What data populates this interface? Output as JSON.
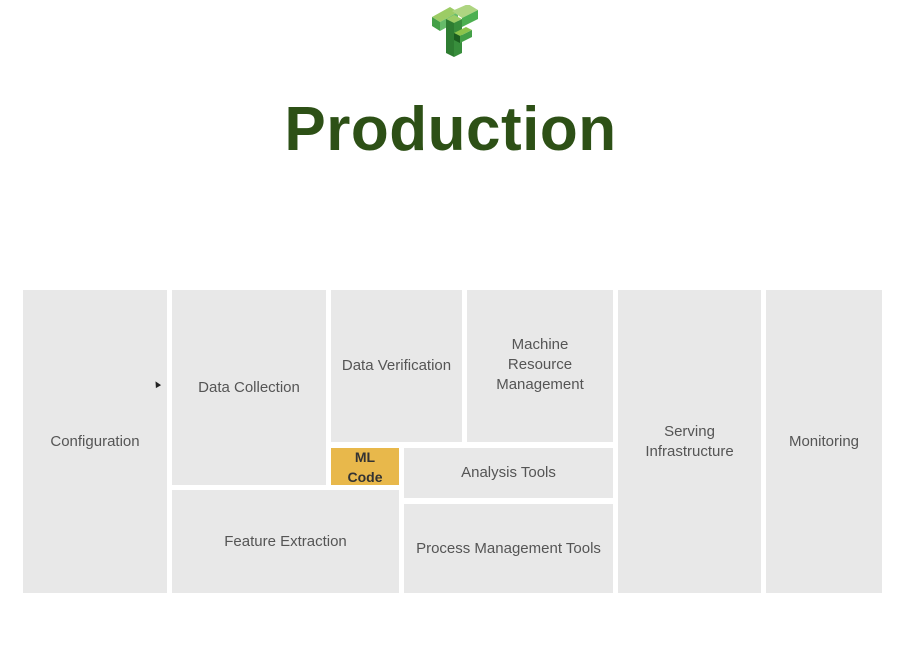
{
  "slide": {
    "title": "Production"
  },
  "logo": {
    "icon": "tensorflow-logo",
    "colors": [
      "#8bc34a",
      "#4caf50",
      "#2e7d32",
      "#1b5e20"
    ]
  },
  "colors": {
    "title": "#2d5016",
    "box_fill": "#e8e8e8",
    "box_text": "#555555",
    "highlight_fill": "#e8b84b"
  },
  "components": {
    "configuration": "Configuration",
    "data_collection": "Data Collection",
    "data_verification": "Data Verification",
    "machine_resource_management": "Machine Resource Management",
    "ml_code": "ML Code",
    "analysis_tools": "Analysis Tools",
    "feature_extraction": "Feature Extraction",
    "process_management_tools": "Process Management Tools",
    "serving_infrastructure": "Serving Infrastructure",
    "monitoring": "Monitoring"
  }
}
